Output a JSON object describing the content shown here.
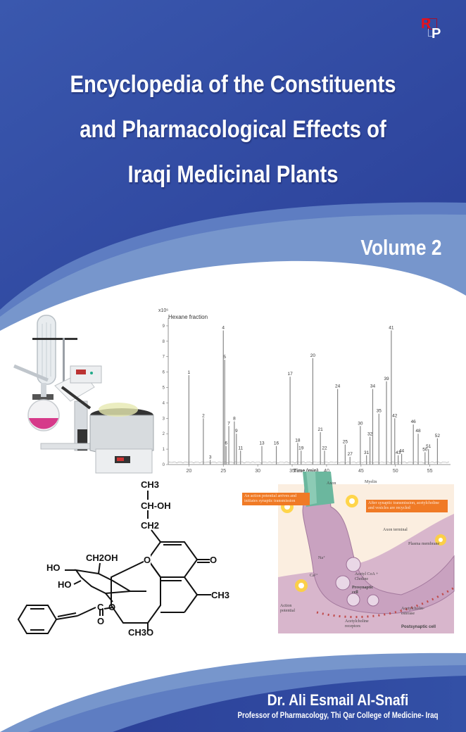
{
  "publisher_logo": {
    "letter_1": "R",
    "letter_2": "P",
    "colors": {
      "r": "#e8101a",
      "p": "#ffffff"
    }
  },
  "title": {
    "lines": [
      "Encyclopedia of the Constituents",
      "and Pharmacological Effects of",
      "Iraqi Medicinal Plants"
    ]
  },
  "volume": "Volume 2",
  "author": {
    "name": "Dr. Ali  Esmail  Al-Snafi",
    "affiliation": "Professor of Pharmacology, Thi Qar College of Medicine- Iraq"
  },
  "colors": {
    "primary_blue": "#3050a8",
    "deep_blue": "#28409a",
    "light_blue": "#7796cc",
    "mid_blue": "#5b7bc0",
    "background": "#ffffff",
    "orange_note": "#f07a25"
  },
  "images": {
    "rotary_evaporator": {
      "alt": "rotary-evaporator-photo"
    },
    "chromatogram": {
      "title": "Hexane fraction",
      "y_multiplier": "x10⁶",
      "x_label": "Time (min)",
      "x_ticks": [
        "20",
        "25",
        "30",
        "35",
        "40",
        "45",
        "50",
        "55"
      ],
      "y_ticks": [
        "0",
        "1",
        "2",
        "3",
        "4",
        "5",
        "6",
        "7",
        "8",
        "9"
      ]
    },
    "chemical_structure": {
      "groups": [
        "CH3",
        "CH-OH",
        "CH2",
        "O",
        "HO",
        "CH2OH",
        "HO",
        "O",
        "O",
        "C",
        "O",
        "CH3",
        "CH3O"
      ]
    },
    "synapse_diagram": {
      "note_left": "An action potential arrives and initiates synaptic transmission",
      "note_right": "After synaptic transmission, acetylcholine and vesicles are recycled",
      "labels": {
        "axon": "Axon",
        "myelin": "Myelin",
        "axon_terminal": "Axon terminal",
        "plasma_membrane": "Plasma membrane",
        "na": "Na⁺",
        "ca": "Ca²⁺",
        "acetyl_coa": "Acetyl CoA + Choline",
        "presynaptic": "Presynaptic cell",
        "action_potential": "Action potential",
        "ach_receptors": "Acetylcholine receptors",
        "acetylcholinesterase": "Acetylcholin-esterase",
        "postsynaptic": "Postsynaptic cell"
      }
    }
  },
  "chart_data": {
    "type": "line",
    "title": "Hexane fraction",
    "xlabel": "Time (min)",
    "ylabel": "x10^6",
    "xlim": [
      17,
      58
    ],
    "ylim": [
      0,
      9.5
    ],
    "x_ticks": [
      20,
      25,
      30,
      35,
      40,
      45,
      50,
      55
    ],
    "y_ticks": [
      0,
      1,
      2,
      3,
      4,
      5,
      6,
      7,
      8,
      9
    ],
    "peaks": [
      {
        "label": "1",
        "x": 20.0,
        "y": 5.8
      },
      {
        "label": "2",
        "x": 22.1,
        "y": 3.0
      },
      {
        "label": "3",
        "x": 23.1,
        "y": 0.3
      },
      {
        "label": "4",
        "x": 25.0,
        "y": 8.7
      },
      {
        "label": "5",
        "x": 25.2,
        "y": 6.8
      },
      {
        "label": "6",
        "x": 25.4,
        "y": 1.2
      },
      {
        "label": "7",
        "x": 25.8,
        "y": 2.5
      },
      {
        "label": "8",
        "x": 26.6,
        "y": 2.8
      },
      {
        "label": "9",
        "x": 26.9,
        "y": 2.0
      },
      {
        "label": "11",
        "x": 27.5,
        "y": 0.9
      },
      {
        "label": "13",
        "x": 30.6,
        "y": 1.2
      },
      {
        "label": "16",
        "x": 32.7,
        "y": 1.2
      },
      {
        "label": "17",
        "x": 34.7,
        "y": 5.7
      },
      {
        "label": "18",
        "x": 35.8,
        "y": 1.4
      },
      {
        "label": "19",
        "x": 36.3,
        "y": 0.9
      },
      {
        "label": "20",
        "x": 38.0,
        "y": 6.9
      },
      {
        "label": "21",
        "x": 39.1,
        "y": 2.1
      },
      {
        "label": "22",
        "x": 39.7,
        "y": 0.9
      },
      {
        "label": "24",
        "x": 41.6,
        "y": 4.9
      },
      {
        "label": "25",
        "x": 42.7,
        "y": 1.3
      },
      {
        "label": "27",
        "x": 43.4,
        "y": 0.5
      },
      {
        "label": "30",
        "x": 44.9,
        "y": 2.5
      },
      {
        "label": "31",
        "x": 45.8,
        "y": 0.6
      },
      {
        "label": "32",
        "x": 46.3,
        "y": 1.8
      },
      {
        "label": "34",
        "x": 46.7,
        "y": 4.9
      },
      {
        "label": "35",
        "x": 47.6,
        "y": 3.3
      },
      {
        "label": "39",
        "x": 48.7,
        "y": 5.4
      },
      {
        "label": "41",
        "x": 49.4,
        "y": 8.7
      },
      {
        "label": "42",
        "x": 49.9,
        "y": 3.0
      },
      {
        "label": "43",
        "x": 50.4,
        "y": 0.6
      },
      {
        "label": "44",
        "x": 50.9,
        "y": 0.7
      },
      {
        "label": "46",
        "x": 52.6,
        "y": 2.6
      },
      {
        "label": "48",
        "x": 53.3,
        "y": 2.0
      },
      {
        "label": "50",
        "x": 54.3,
        "y": 0.8
      },
      {
        "label": "51",
        "x": 54.8,
        "y": 1.0
      },
      {
        "label": "52",
        "x": 56.1,
        "y": 1.7
      }
    ],
    "grid": false,
    "legend": "none"
  }
}
